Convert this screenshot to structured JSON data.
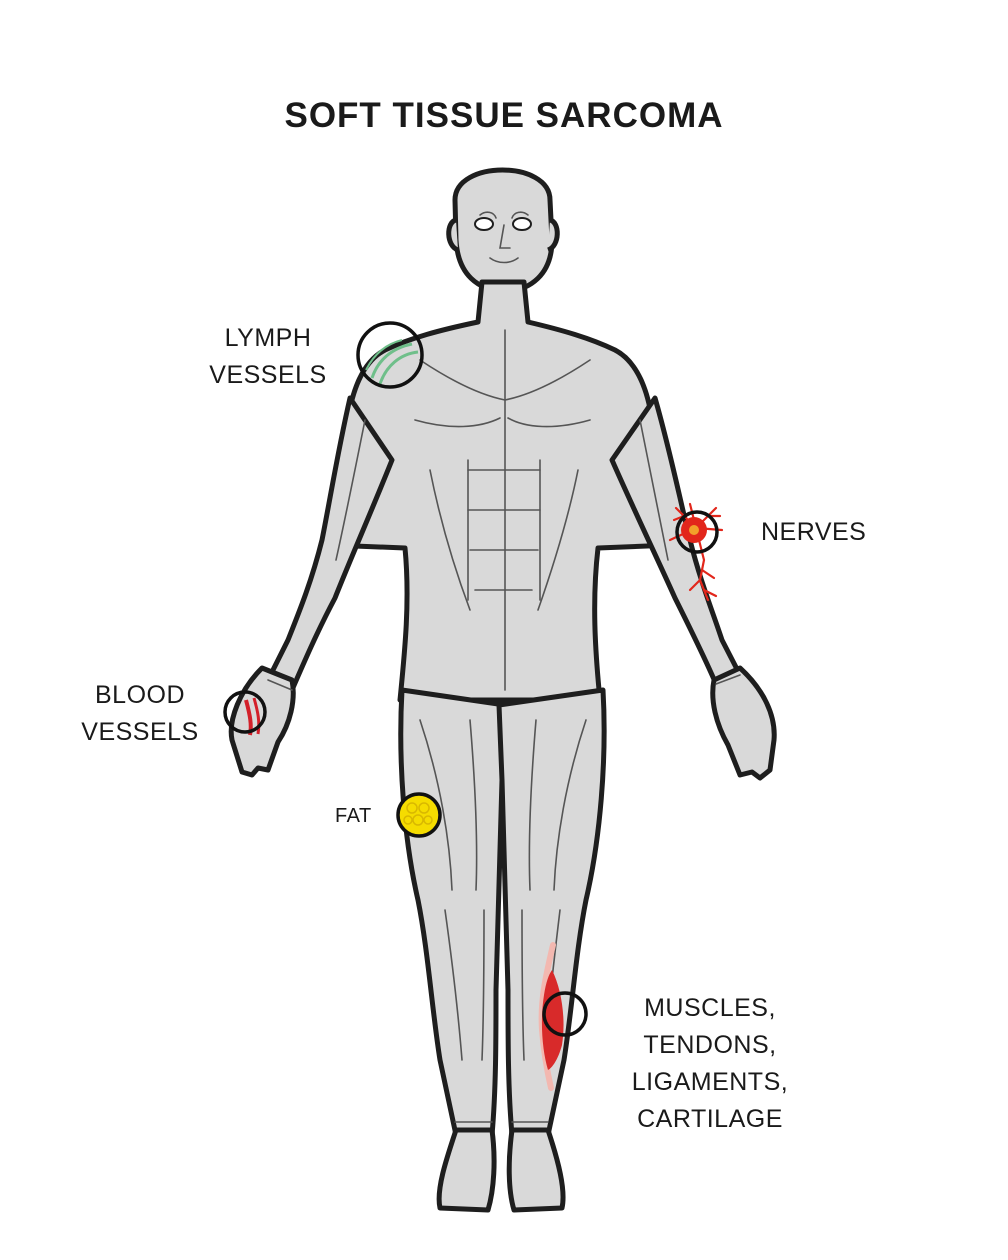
{
  "title": "SOFT TISSUE SARCOMA",
  "labels": {
    "lymph": [
      "LYMPH",
      "VESSELS"
    ],
    "nerves": [
      "NERVES"
    ],
    "blood": [
      "BLOOD",
      "VESSELS"
    ],
    "fat": [
      "FAT"
    ],
    "muscles": [
      "MUSCLES,",
      "TENDONS,",
      "LIGAMENTS,",
      "CARTILAGE"
    ]
  },
  "colors": {
    "body_fill": "#d9d9d9",
    "body_stroke": "#1e1e1e",
    "lymph": "#6fbf8a",
    "nerve": "#e2261b",
    "blood": "#d3202a",
    "fat": "#f5dc00",
    "muscle": "#d82a2a"
  }
}
